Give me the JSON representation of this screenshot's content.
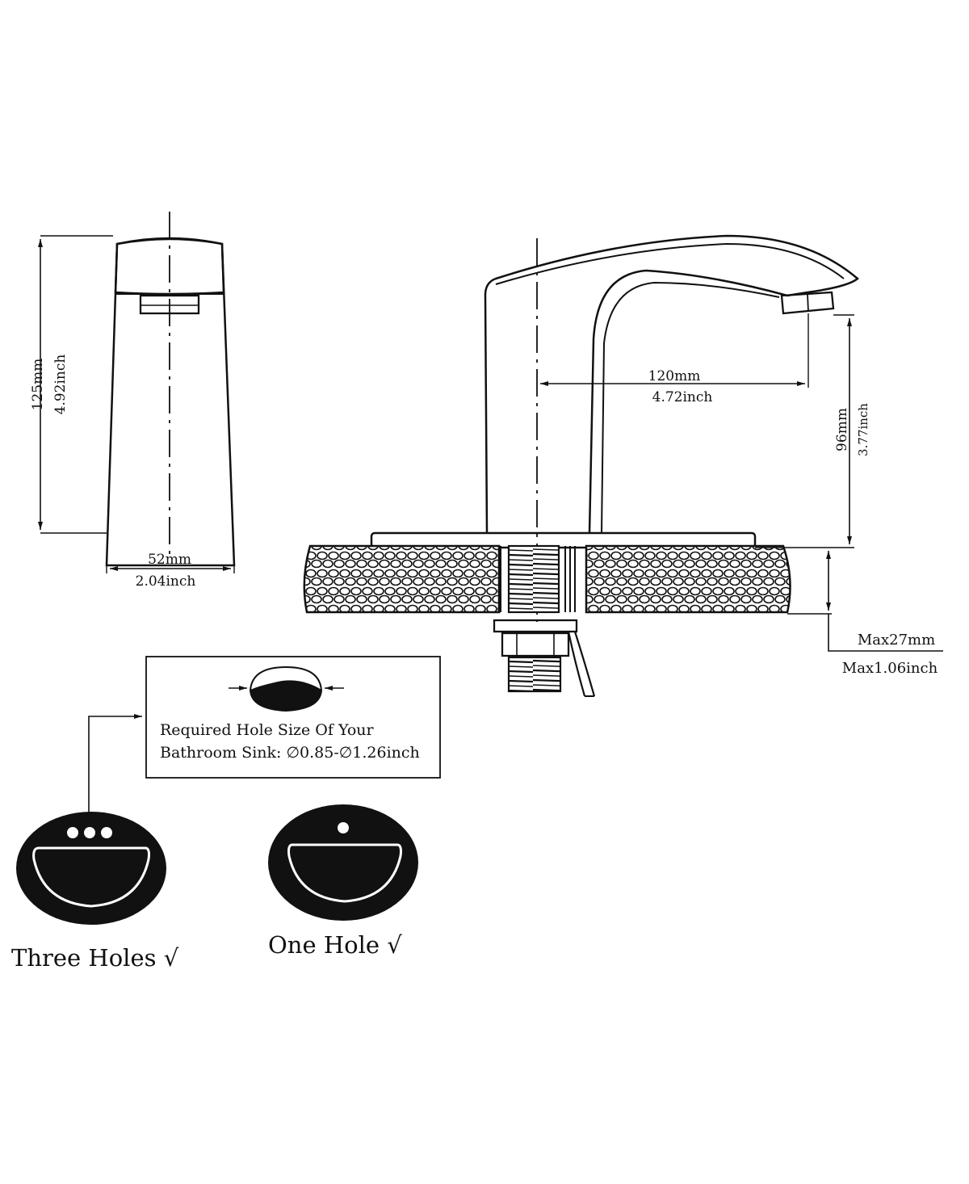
{
  "front_view": {
    "height_mm": "125mm",
    "height_inch": "4.92inch",
    "width_mm": "52mm",
    "width_inch": "2.04inch"
  },
  "side_view": {
    "reach_mm": "120mm",
    "reach_inch": "4.72inch",
    "spout_height_mm": "96mm",
    "spout_height_inch": "3.77inch",
    "deck_max_mm": "Max27mm",
    "deck_max_inch": "Max1.06inch"
  },
  "hole_note": {
    "line1": "Required Hole Size Of Your",
    "line2": "Bathroom Sink: ∅0.85-∅1.26inch"
  },
  "sinks": {
    "three_holes": "Three Holes √",
    "one_hole": "One Hole  √"
  }
}
